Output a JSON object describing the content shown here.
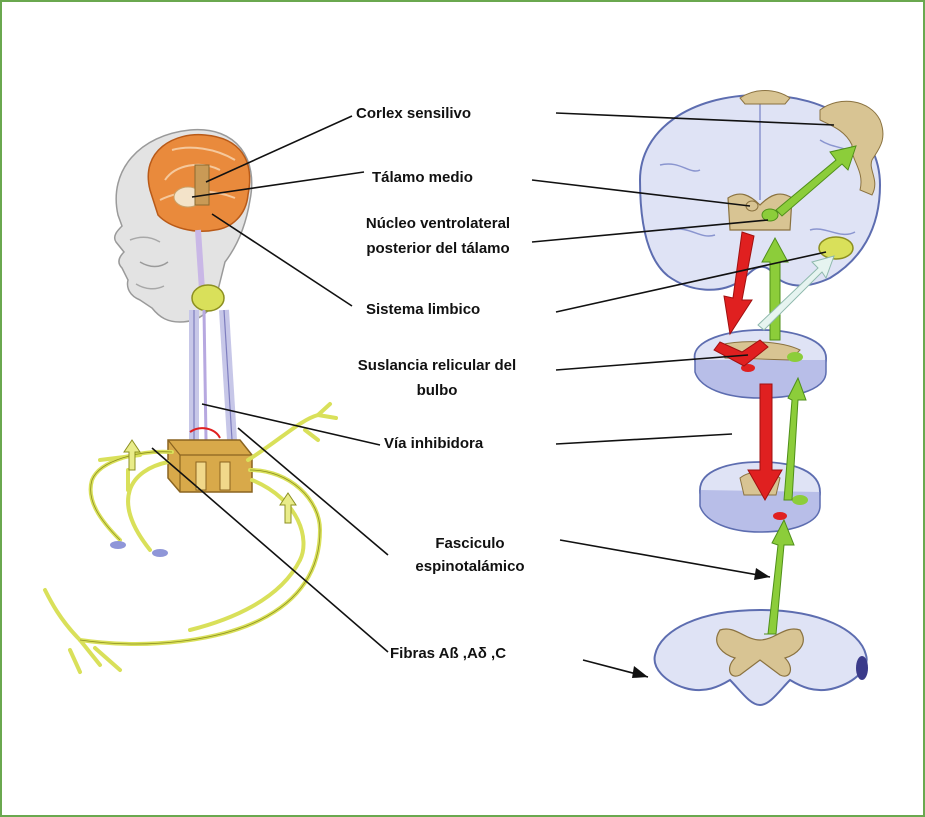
{
  "colors": {
    "frame": "#6aa84f",
    "inhibitory": "#e02020",
    "ascending": "#8ccd3a",
    "tissue": "#dfe3f5",
    "tissue_edge": "#5d6db0",
    "grey_matter": "#d8c493",
    "nerve": "#d9e05a",
    "skin": "#e5e5e5",
    "brain": "#e98a3c"
  },
  "labels": {
    "cortex": "Corlex sensilivo",
    "thalamus": "Tálamo medio",
    "vpl_line1": "Núcleo ventrolateral",
    "vpl_line2": "posterior del tálamo",
    "limbic": "Sistema limbico",
    "reticular_line1": "Suslancia relicular del",
    "reticular_line2": "bulbo",
    "inhibitory": "Vía inhibidora",
    "tract_line1": "Fasciculo",
    "tract_line2": "espinotalámico",
    "fibers": "Fibras Aß ,Aδ ,C"
  }
}
